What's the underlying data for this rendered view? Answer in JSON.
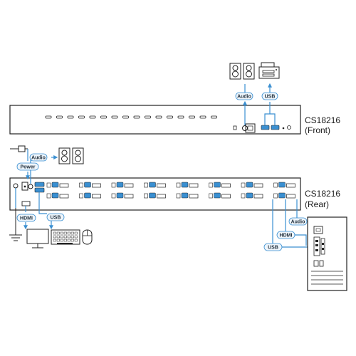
{
  "front": {
    "model": "CS18216",
    "side": "(Front)"
  },
  "rear": {
    "model": "CS18216",
    "side": "(Rear)"
  },
  "labels": {
    "audio": "Audio",
    "usb": "USB",
    "power": "Power",
    "hdmi": "HDMI"
  },
  "colors": {
    "accent": "#3a8fd1",
    "outline": "#222222",
    "tag_fill": "#eef5fb"
  },
  "icons": [
    "speakers-icon",
    "printer-icon",
    "plug-icon",
    "ground-icon",
    "monitor-icon",
    "keyboard-icon",
    "mouse-icon",
    "computer-tower-icon"
  ]
}
